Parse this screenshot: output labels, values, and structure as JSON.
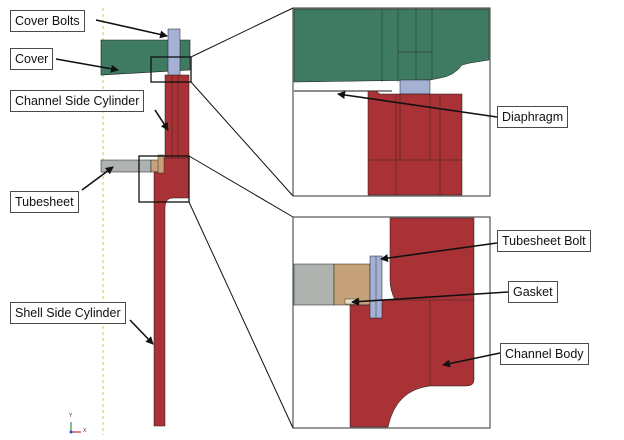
{
  "labels": {
    "cover_bolts": "Cover Bolts",
    "cover": "Cover",
    "channel_side_cylinder": "Channel Side Cylinder",
    "tubesheet": "Tubesheet",
    "shell_side_cylinder": "Shell Side Cylinder",
    "diaphragm": "Diaphragm",
    "tubesheet_bolt": "Tubesheet Bolt",
    "gasket": "Gasket",
    "channel_body": "Channel Body"
  },
  "triad": {
    "y": "Y",
    "x": "X"
  },
  "colors": {
    "cover": "#3f7a63",
    "cylinder": "#a83236",
    "tubesheet": "#aeb3b0",
    "tubesheet_tan": "#c6a27a",
    "bolt": "#a4b1d4",
    "gasket": "#e8e2d4",
    "outline": "#1a1a1a",
    "axis_dash": "#cfd56a",
    "callout_border": "#4a4a4a"
  }
}
